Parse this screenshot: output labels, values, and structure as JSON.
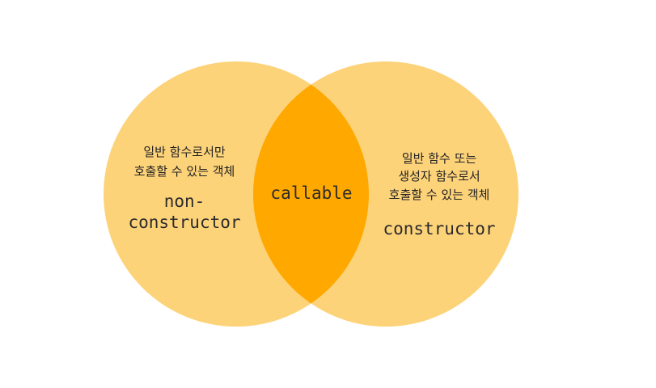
{
  "colors": {
    "circle_fill": "#fdd37a",
    "overlap_fill": "#ffa800",
    "text": "#222222"
  },
  "left_set": {
    "description_lines": [
      "일반 함수로서만",
      "호출할 수 있는 객체"
    ],
    "term_lines": [
      "non-",
      "constructor"
    ]
  },
  "overlap": {
    "term": "callable"
  },
  "right_set": {
    "description_lines": [
      "일반 함수 또는",
      "생성자 함수로서",
      "호출할 수 있는 객체"
    ],
    "term": "constructor"
  }
}
